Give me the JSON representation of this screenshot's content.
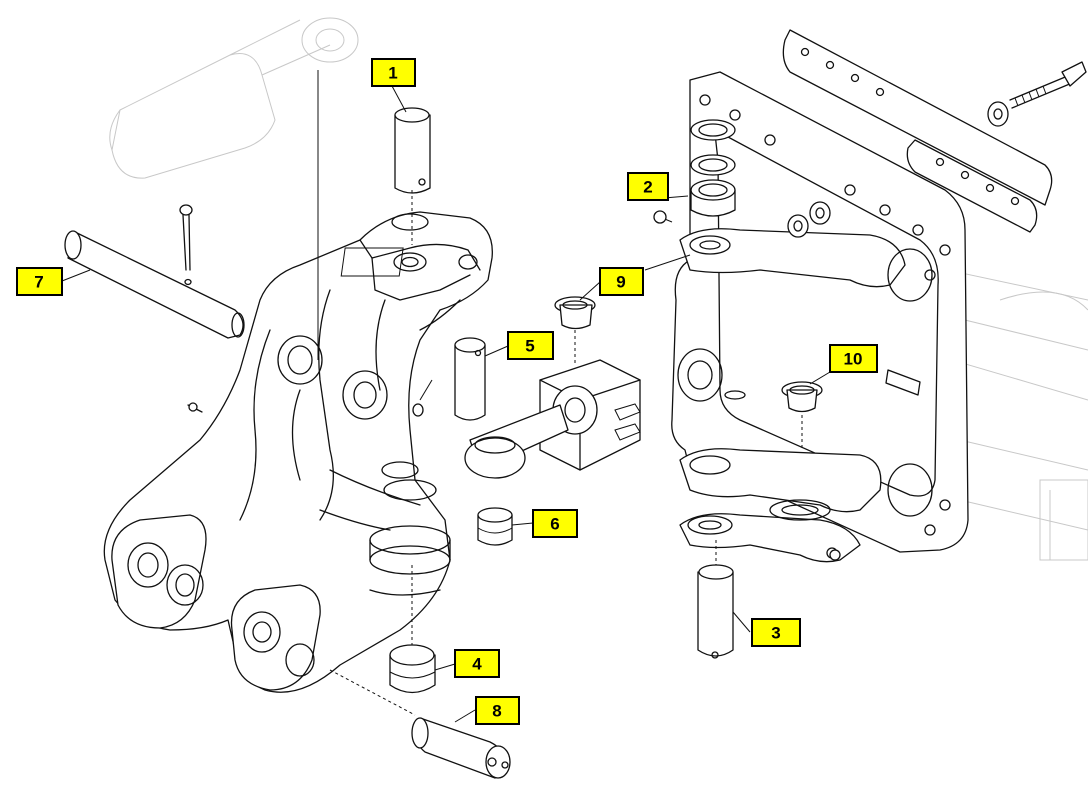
{
  "callouts": [
    {
      "id": "1",
      "label": "1"
    },
    {
      "id": "2",
      "label": "2"
    },
    {
      "id": "3",
      "label": "3"
    },
    {
      "id": "4",
      "label": "4"
    },
    {
      "id": "5",
      "label": "5"
    },
    {
      "id": "6",
      "label": "6"
    },
    {
      "id": "7",
      "label": "7"
    },
    {
      "id": "8",
      "label": "8"
    },
    {
      "id": "9",
      "label": "9"
    },
    {
      "id": "10",
      "label": "10"
    }
  ],
  "colors": {
    "callout_fill": "#ffff00",
    "line": "#111111",
    "faint_line": "#c8c8c8"
  }
}
